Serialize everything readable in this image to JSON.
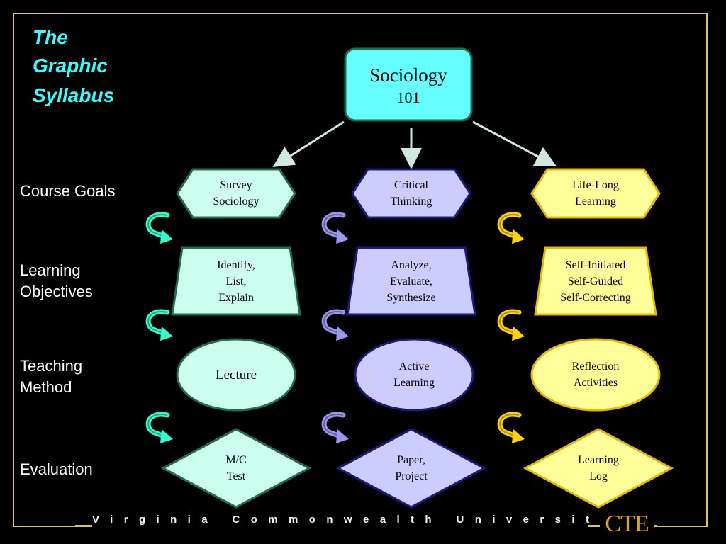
{
  "title": {
    "lines": [
      "The",
      "Graphic",
      "Syllabus"
    ]
  },
  "root": {
    "line1": "Sociology",
    "line2": "101"
  },
  "rows": [
    {
      "label_lines": [
        "Course Goals"
      ]
    },
    {
      "label_lines": [
        "Learning",
        "Objectives"
      ]
    },
    {
      "label_lines": [
        "Teaching",
        "Method"
      ]
    },
    {
      "label_lines": [
        "Evaluation"
      ]
    }
  ],
  "columns": [
    {
      "color": "#33ffcc",
      "fill": "#ccfff0",
      "nodes": [
        [
          "Survey",
          "Sociology"
        ],
        [
          "Identify,",
          "List,",
          "Explain"
        ],
        [
          "Lecture"
        ],
        [
          "M/C",
          "Test"
        ]
      ]
    },
    {
      "color": "#9999ee",
      "fill": "#ccccff",
      "nodes": [
        [
          "Critical",
          "Thinking"
        ],
        [
          "Analyze,",
          "Evaluate,",
          "Synthesize"
        ],
        [
          "Active",
          "Learning"
        ],
        [
          "Paper,",
          "Project"
        ]
      ]
    },
    {
      "color": "#ffd400",
      "fill": "#ffff99",
      "nodes": [
        [
          "Life-Long",
          "Learning"
        ],
        [
          "Self-Initiated",
          "Self-Guided",
          "Self-Correcting"
        ],
        [
          "Reflection",
          "Activities"
        ],
        [
          "Learning",
          "Log"
        ]
      ]
    }
  ],
  "colors": {
    "root_fill": "#66ffff",
    "root_border": "#1f6f4f",
    "frame": "#d8c65a",
    "title": "#33ffff"
  },
  "footer": {
    "text": "Virginia Commonwealth University",
    "logo": "CTE"
  }
}
